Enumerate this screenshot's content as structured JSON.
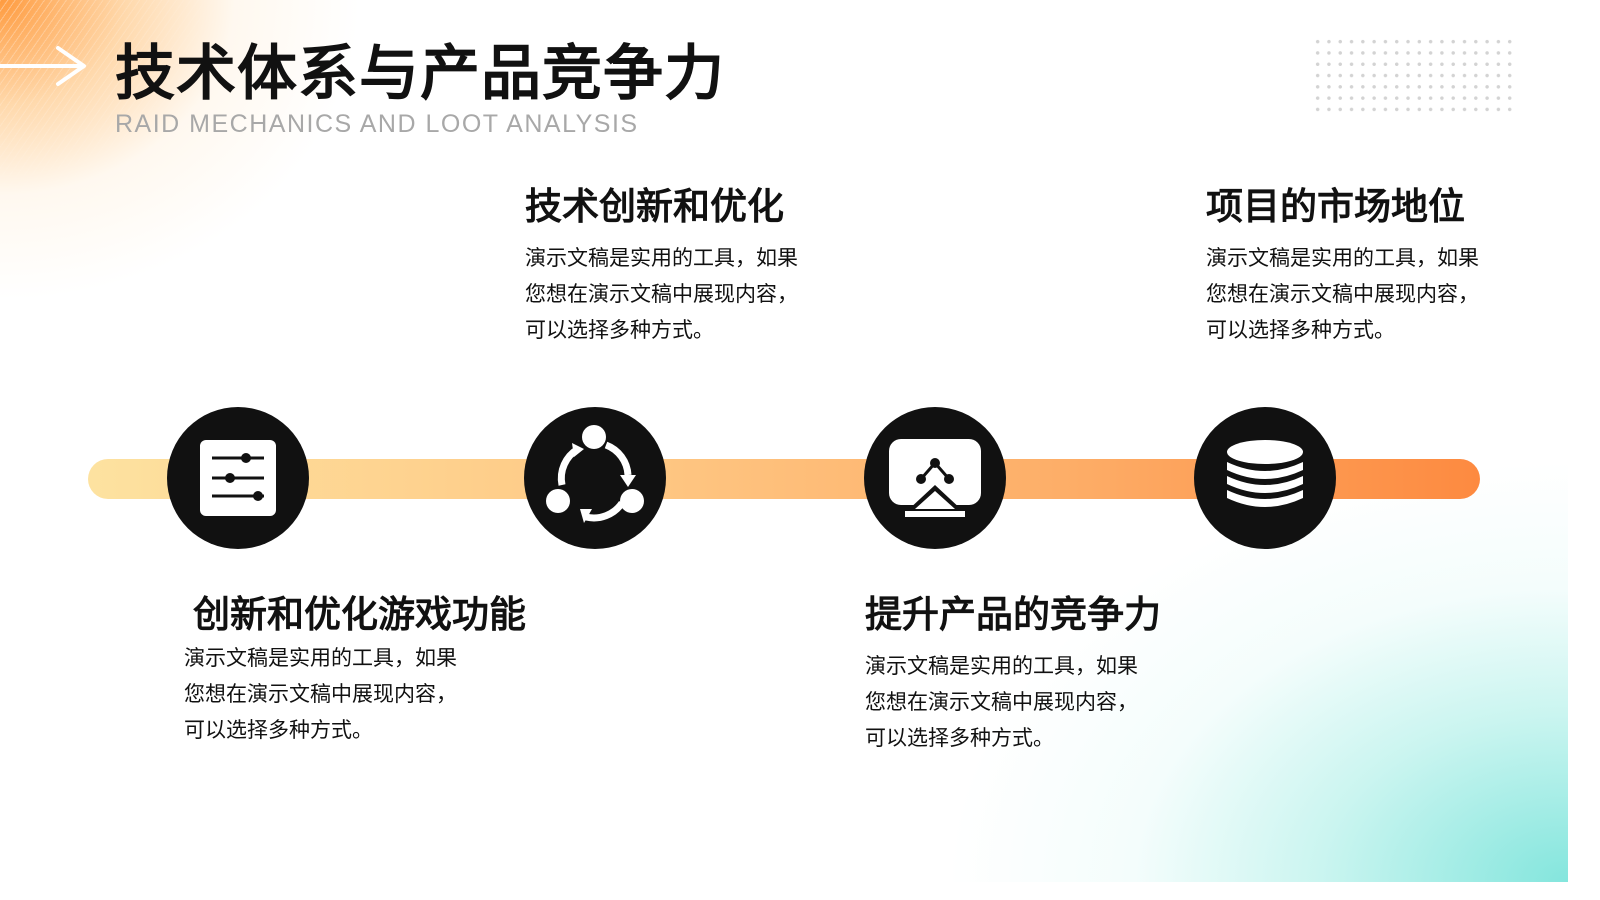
{
  "header": {
    "title": "技术体系与产品竞争力",
    "subtitle": "RAID MECHANICS AND LOOT ANALYSIS"
  },
  "colors": {
    "accent_orange": "#FD8A40",
    "bar_start": "#FDE2A0",
    "node_fill": "#111111",
    "teal_glow": "#6EE1D7"
  },
  "timeline": {
    "nodes": [
      {
        "icon": "sliders-icon"
      },
      {
        "icon": "cycle-share-icon"
      },
      {
        "icon": "presentation-network-icon"
      },
      {
        "icon": "database-stack-icon"
      }
    ]
  },
  "blocks": [
    {
      "title": "创新和优化游戏功能",
      "desc": "演示文稿是实用的工具，如果您想在演示文稿中展现内容，可以选择多种方式。"
    },
    {
      "title": "技术创新和优化",
      "desc": "演示文稿是实用的工具，如果您想在演示文稿中展现内容，可以选择多种方式。"
    },
    {
      "title": "提升产品的竞争力",
      "desc": "演示文稿是实用的工具，如果您想在演示文稿中展现内容，可以选择多种方式。"
    },
    {
      "title": "项目的市场地位",
      "desc": "演示文稿是实用的工具，如果您想在演示文稿中展现内容，可以选择多种方式。"
    }
  ]
}
